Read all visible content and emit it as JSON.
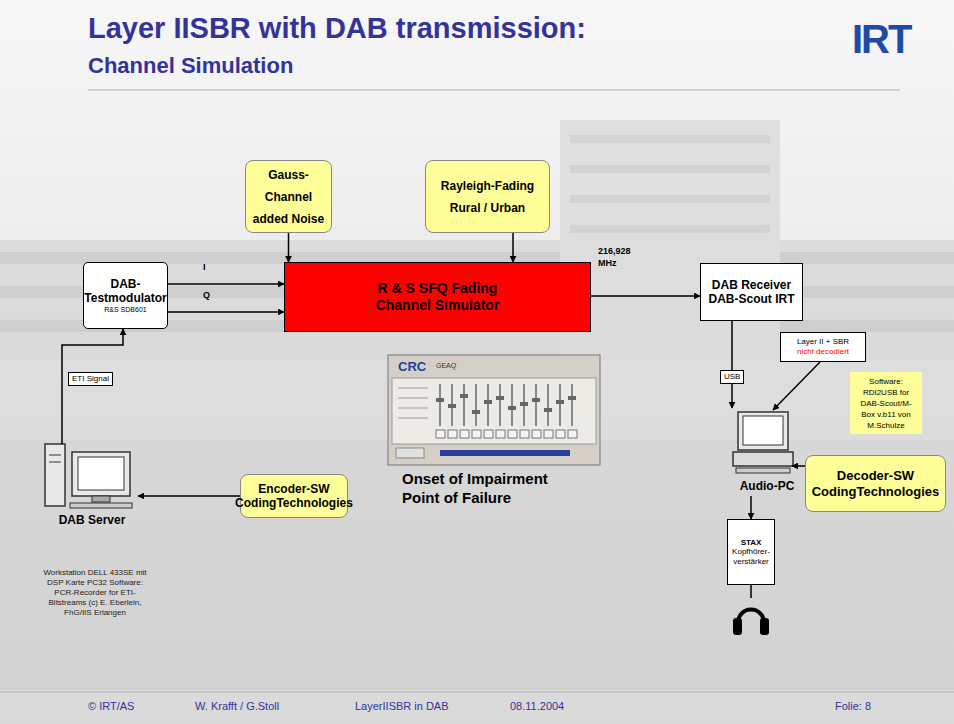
{
  "diagram": {
    "title": "Layer IISBR with DAB transmission:",
    "nodes": [
      {
        "text": [
          "DAB-Testmodulator",
          "R&S SDB601"
        ]
      },
      {
        "text": [
          "Gauss-Channel added Noise"
        ]
      },
      {
        "text": [
          "Rayleigh-Fading Rural / Urban"
        ]
      },
      {
        "text": [
          "R & S SFQ Fading Channel Simulator"
        ]
      },
      {
        "text": [
          "DAB Receiver DAB-Scout IRT"
        ]
      },
      {
        "text": [
          "DAB Server"
        ]
      },
      {
        "text": [
          "Encoder-SW CodingTechnologies"
        ]
      },
      {
        "text": [
          "Audio-PC"
        ]
      },
      {
        "text": [
          "Decoder-SW CodingTechnologies"
        ]
      },
      {
        "text": [
          "STAX",
          "Kopfhörer-verstärker"
        ]
      },
      {
        "text": [
          "Layer II + SBR",
          "nicht decodiert"
        ]
      },
      {
        "text": [
          "Software: RDI2USB for DAB-Scout/M-Box v.b11 von M.Schulze"
        ]
      }
    ],
    "edges": [
      {
        "from": 0,
        "to": 3,
        "label": "I",
        "arrow": "to"
      },
      {
        "from": 0,
        "to": 3,
        "label": "Q",
        "arrow": "to"
      },
      {
        "from": 1,
        "to": 3,
        "arrow": "to"
      },
      {
        "from": 2,
        "to": 3,
        "arrow": "to"
      },
      {
        "from": 3,
        "to": 4,
        "label": "216,928 MHz",
        "arrow": "to"
      },
      {
        "from": 4,
        "to": 7,
        "label": "USB",
        "arrow": "to"
      },
      {
        "from": 5,
        "to": 0,
        "label": "ETI Signal",
        "arrow": "to"
      },
      {
        "from": 6,
        "to": 5,
        "arrow": "to"
      },
      {
        "from": 10,
        "to": 7,
        "arrow": "to"
      },
      {
        "from": 8,
        "to": 7,
        "arrow": "to"
      },
      {
        "from": 7,
        "to": 9,
        "arrow": "to"
      }
    ],
    "labels": [
      "Channel Simulation",
      "IRT",
      "Workstation DELL 433SE mit DSP Karte PC32 Software: PCR-Recorder for ETI-Bitstreams (c) E. Eberlein, FhG/IIS Erlangen",
      "CRC",
      "GEAQ",
      "Onset of Impairment",
      "Point of Failure",
      "© IRT/AS",
      "W. Krafft / G.Stoll",
      "LayerIISBR in DAB",
      "08.11.2004",
      "Folie: 8"
    ]
  }
}
